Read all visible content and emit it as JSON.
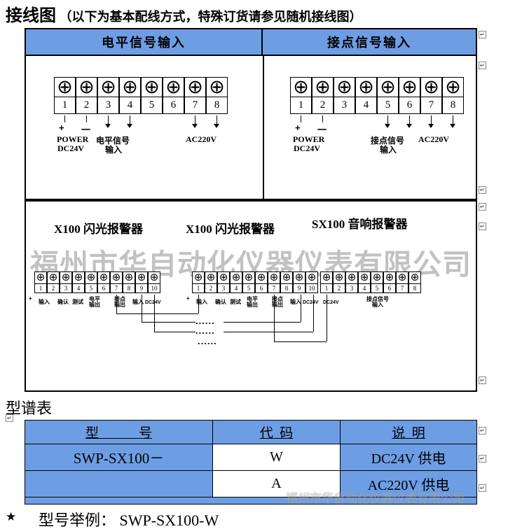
{
  "colors": {
    "accent_blue": "#6d9ee4",
    "watermark_gray": "#a9a9a9"
  },
  "screw_glyph": "⊕",
  "title": {
    "bold": "接线图",
    "rest": "（以下为基本配线方式，特殊订货请参见随机接线图）"
  },
  "panel_left": {
    "header": "电平信号输入",
    "terminals": [
      "1",
      "2",
      "3",
      "4",
      "5",
      "6",
      "7",
      "8"
    ],
    "plus": "+",
    "minus": "一",
    "power_line1": "POWER",
    "power_line2": "DC24V",
    "signal_line1": "电平信号",
    "signal_line2": "输入",
    "ac": "AC220V"
  },
  "panel_right": {
    "header": "接点信号输入",
    "terminals": [
      "1",
      "2",
      "3",
      "4",
      "5",
      "6",
      "7",
      "8"
    ],
    "plus": "+",
    "minus": "一",
    "power_line1": "POWER",
    "power_line2": "DC24V",
    "signal_line1": "接点信号",
    "signal_line2": "输入",
    "ac": "AC220V"
  },
  "cascade": {
    "device1": "X100 闪光报警器",
    "device2": "X100 闪光报警器",
    "device3": "SX100 音响报警器",
    "watermark": "福州市华自动化仪器仪表有限公司",
    "strip1": [
      "1",
      "2",
      "3",
      "4",
      "5",
      "6",
      "7",
      "8",
      "9",
      "10"
    ],
    "strip2": [
      "1",
      "2",
      "3",
      "4",
      "5",
      "6",
      "7",
      "8",
      "9",
      "10"
    ],
    "strip3": [
      "1",
      "2",
      "3",
      "4",
      "5",
      "6",
      "7",
      "8"
    ],
    "labels": {
      "plus": "+",
      "in": "输入",
      "confirm": "确认",
      "test": "测试",
      "level1": "电平",
      "level2": "输出",
      "contact1": "接点",
      "contact2": "输出",
      "in2": "输入",
      "dc": "DC24V"
    },
    "labels3": {
      "dc": "DC24V",
      "sig1": "接点信号",
      "sig2": "输入"
    },
    "dots": "......"
  },
  "spectrum": {
    "heading": "型谱表",
    "col_model": "型　　　号",
    "col_code": "代  码",
    "col_desc": "说  明",
    "rows": [
      {
        "model": "SWP-SX100－",
        "code": "W",
        "desc": "DC24V 供电"
      },
      {
        "model": "",
        "code": "A",
        "desc": "AC220V 供电"
      }
    ]
  },
  "footer": {
    "star": "★",
    "text": "型号举例：  SWP-SX100-W"
  },
  "watermark_bottom": "福州市华自动化仪器仪表有限公司",
  "marks": {
    "glyph": "↵"
  }
}
